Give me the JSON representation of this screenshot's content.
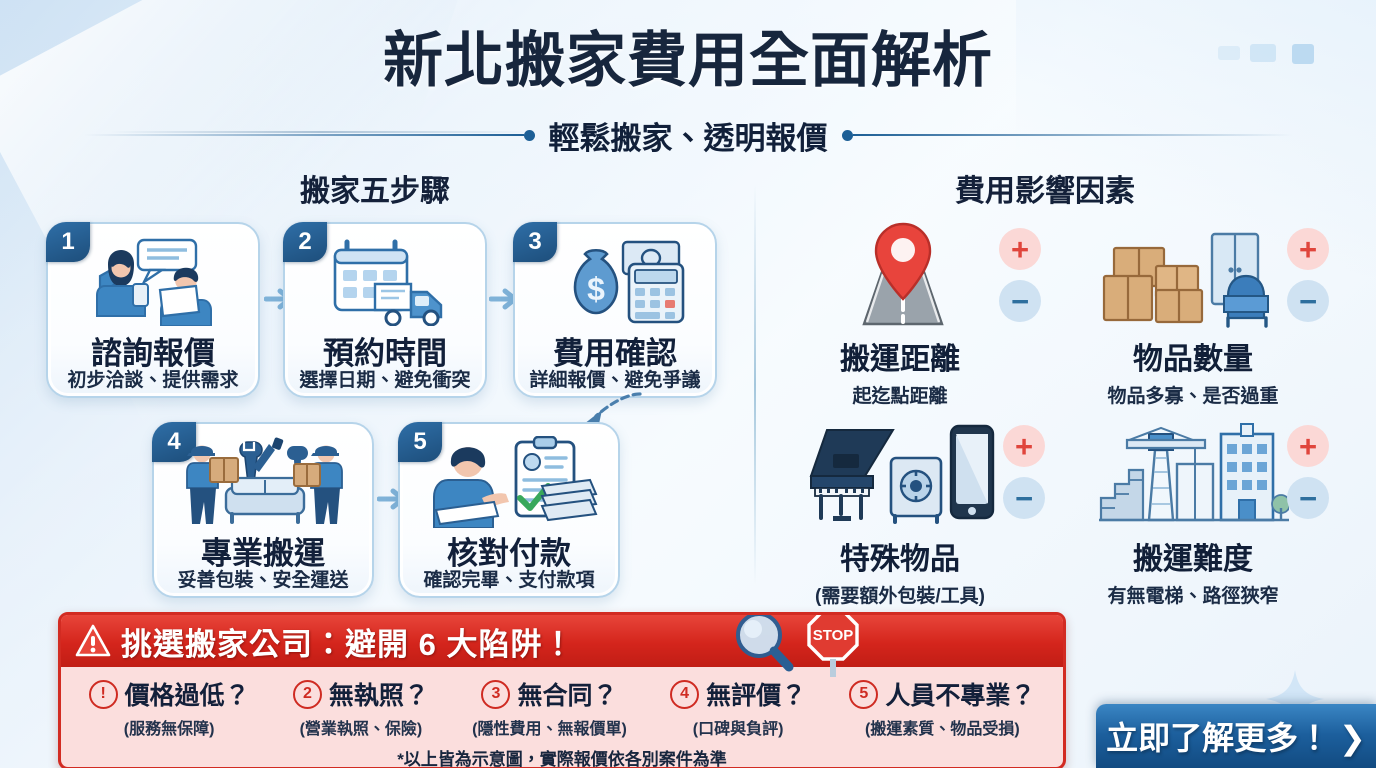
{
  "header": {
    "title": "新北搬家費用全面解析",
    "subtitle": "輕鬆搬家、透明報價"
  },
  "sections": {
    "steps_heading": "搬家五步驟",
    "factors_heading": "費用影響因素"
  },
  "steps": [
    {
      "num": "1",
      "title": "諮詢報價",
      "desc": "初步洽談、提供需求",
      "icon": "consultation-chat-icon"
    },
    {
      "num": "2",
      "title": "預約時間",
      "desc": "選擇日期、避免衝突",
      "icon": "calendar-truck-icon"
    },
    {
      "num": "3",
      "title": "費用確認",
      "desc": "詳細報價、避免爭議",
      "icon": "money-calculator-icon"
    },
    {
      "num": "4",
      "title": "專業搬運",
      "desc": "妥善包裝、安全運送",
      "icon": "movers-sofa-icon"
    },
    {
      "num": "5",
      "title": "核對付款",
      "desc": "確認完畢、支付款項",
      "icon": "checklist-payment-icon"
    }
  ],
  "factors": [
    {
      "title": "搬運距離",
      "desc": "起迄點距離",
      "icon": "map-pin-road-icon",
      "plus": "+",
      "minus": "−"
    },
    {
      "title": "物品數量",
      "desc": "物品多寡、是否過重",
      "icon": "boxes-furniture-icon",
      "plus": "+",
      "minus": "−"
    },
    {
      "title": "特殊物品",
      "desc": "(需要額外包裝/工具)",
      "icon": "piano-safe-phone-icon",
      "plus": "+",
      "minus": "−"
    },
    {
      "title": "搬運難度",
      "desc": "有無電梯、路徑狹窄",
      "icon": "crane-building-stairs-icon",
      "plus": "+",
      "minus": "−"
    }
  ],
  "warning": {
    "banner": "挑選搬家公司：避開 6 大陷阱！",
    "icon": "warning-triangle-icon",
    "tool_icons": [
      "magnifier-icon",
      "stop-sign-icon"
    ],
    "stop_label": "STOP",
    "pitfalls": [
      {
        "num": "!",
        "label": "價格過低？",
        "sub": "(服務無保障)"
      },
      {
        "num": "2",
        "label": "無執照？",
        "sub": "(營業執照、保險)"
      },
      {
        "num": "3",
        "label": "無合同？",
        "sub": "(隱性費用、無報價單)"
      },
      {
        "num": "4",
        "label": "無評價？",
        "sub": "(口碑與負評)"
      },
      {
        "num": "5",
        "label": "人員不專業？",
        "sub": "(搬運素質、物品受損)"
      }
    ],
    "footnote": "*以上皆為示意圖，實際報價依各別案件為準"
  },
  "cta": {
    "label": "立即了解更多！ ❯",
    "icon": "sparkle-icon"
  },
  "colors": {
    "title_navy": "#17263d",
    "accent_blue": "#1d5f96",
    "card_border": "#b6d4ea",
    "badge_blue": "#2f6fa8",
    "warn_red": "#d4251c",
    "warn_panel_pink": "#fbdedd",
    "plus_bg": "#fbd8d6",
    "plus_fg": "#e0453c",
    "minus_bg": "#cfe2f2",
    "minus_fg": "#2e6f9e",
    "cta_blue": "#1c5f9d"
  }
}
